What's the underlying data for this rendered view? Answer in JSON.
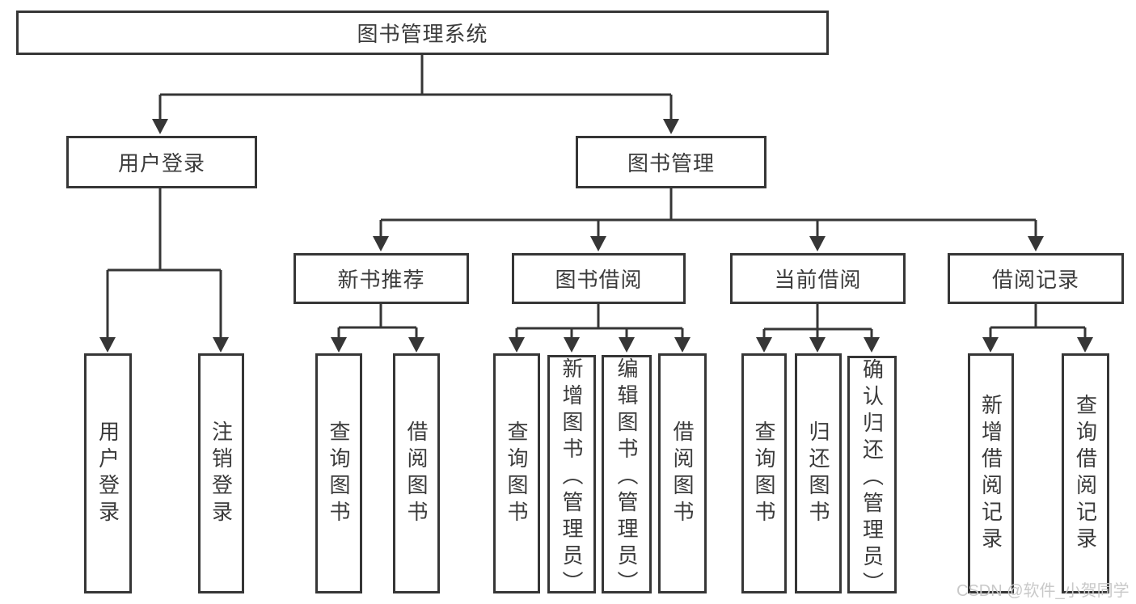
{
  "diagram": {
    "root": "图书管理系统",
    "level1": [
      "用户登录",
      "图书管理"
    ],
    "level2": [
      "新书推荐",
      "图书借阅",
      "当前借阅",
      "借阅记录"
    ],
    "groups": [
      {
        "parent": "用户登录",
        "items": [
          "用户登录",
          "注销登录"
        ]
      },
      {
        "parent": "新书推荐",
        "items": [
          "查询图书",
          "借阅图书"
        ]
      },
      {
        "parent": "图书借阅",
        "items": [
          "查询图书",
          "新增图书（管理员）",
          "编辑图书（管理员）",
          "借阅图书"
        ]
      },
      {
        "parent": "当前借阅",
        "items": [
          "查询图书",
          "归还图书",
          "确认归还（管理员）"
        ]
      },
      {
        "parent": "借阅记录",
        "items": [
          "新增借阅记录",
          "查询借阅记录"
        ]
      }
    ],
    "watermark": "CSDN @软件_小贺同学",
    "colors": {
      "line": "#363636",
      "text": "#3b3b3b",
      "watermark": "#c9c9c9",
      "background": "#ffffff"
    }
  }
}
